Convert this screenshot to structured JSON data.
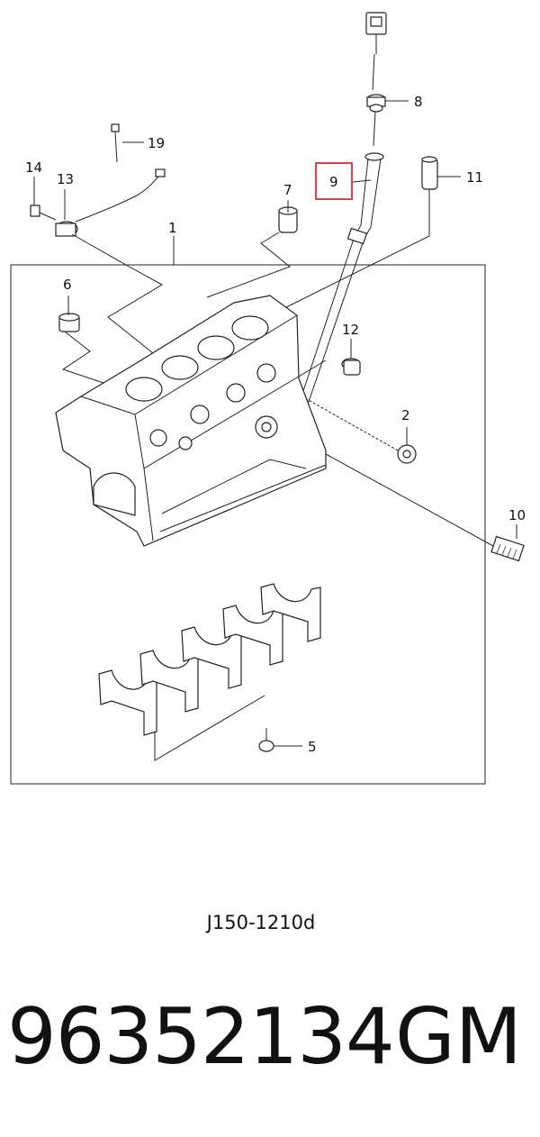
{
  "callouts": {
    "c1": "1",
    "c2": "2",
    "c5": "5",
    "c6": "6",
    "c7": "7",
    "c8": "8",
    "c9": "9",
    "c10": "10",
    "c11": "11",
    "c12": "12",
    "c13": "13",
    "c14": "14",
    "c19": "19"
  },
  "highlight_color": "#e0404a",
  "diagram_code": "J150-1210d",
  "part_number": "96352134",
  "brand": "GM"
}
